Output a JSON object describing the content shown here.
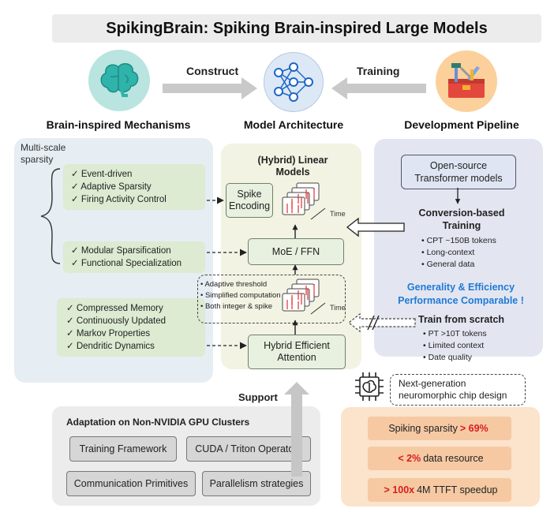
{
  "title": "SpikingBrain: Spiking Brain-inspired Large Models",
  "top": {
    "construct": "Construct",
    "training": "Training",
    "left_label": "Brain-inspired Mechanisms",
    "mid_label": "Model Architecture",
    "right_label": "Development Pipeline"
  },
  "left": {
    "multiscale": "Multi-scale\nsparsity",
    "group1": [
      "✓  Event-driven",
      "✓  Adaptive Sparsity",
      "✓  Firing Activity Control"
    ],
    "group2": [
      "✓  Modular Sparsification",
      "✓  Functional Specialization"
    ],
    "group3": [
      "✓  Compressed Memory",
      "✓  Continuously Updated",
      "✓  Markov Properties",
      "✓  Dendritic Dynamics"
    ]
  },
  "mid": {
    "heading": "(Hybrid) Linear\nModels",
    "spike_encoding": "Spike\nEncoding",
    "moe": "MoE / FFN",
    "attention": "Hybrid Efficient\nAttention",
    "time": "Time",
    "notes": [
      "• Adaptive threshold",
      "• Simplified computation",
      "• Both integer & spike"
    ]
  },
  "right": {
    "open_source": "Open-source\nTransformer models",
    "conversion": "Conversion-based\nTraining",
    "conversion_items": [
      "• CPT ~150B tokens",
      "• Long-context",
      "• General data"
    ],
    "generality": "Generality & Efficiency\nPerformance Comparable !",
    "scratch": "Train from scratch",
    "scratch_items": [
      "• PT >10T tokens",
      "• Limited context",
      "• Date quality"
    ]
  },
  "support": "Support",
  "chip": "Next-generation\nneuromorphic chip design",
  "bottom": {
    "heading": "Adaptation on Non-NVIDIA GPU Clusters",
    "items": [
      "Training Framework",
      "CUDA / Triton Operators",
      "Communication Primitives",
      "Parallelism strategies"
    ]
  },
  "perf": {
    "p1_text": "Spiking sparsity",
    "p1_hl": "> 69%",
    "p2_hl": "< 2%",
    "p2_text": "data resource",
    "p3_hl": "> 100x",
    "p3_text": "4M TTFT speedup"
  },
  "colors": {
    "accent_blue": "#1f7ad6",
    "highlight_red": "#d81e1e",
    "brain_circle": "#b9e4e0",
    "network_circle": "#dce8f6",
    "tools_circle": "#fbd09a"
  }
}
